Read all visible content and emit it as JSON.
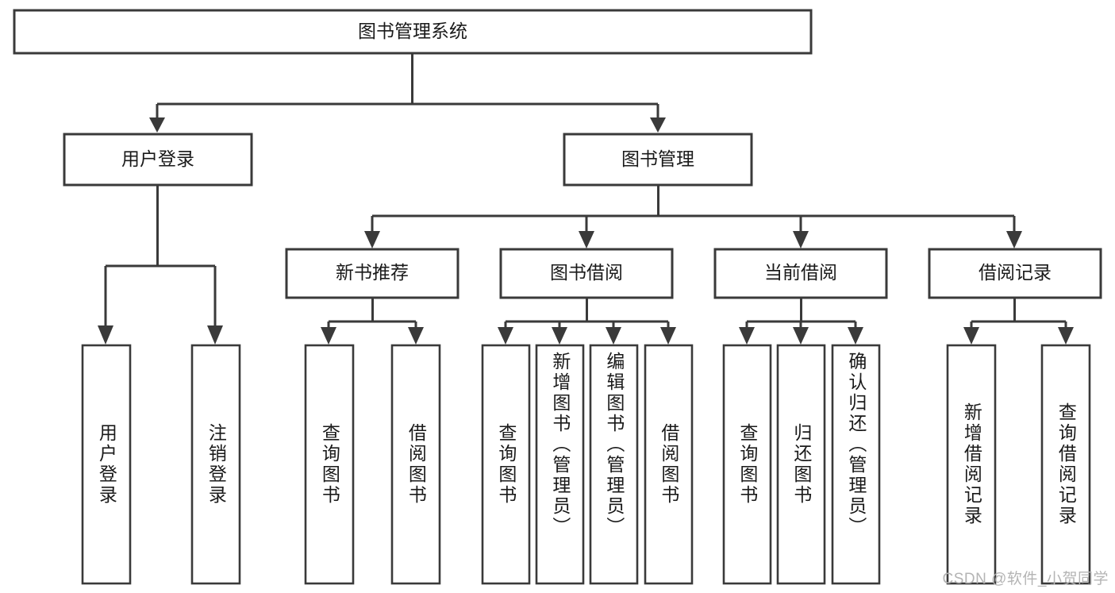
{
  "diagram": {
    "type": "hierarchy-tree",
    "title": "图书管理系统",
    "root": {
      "label": "图书管理系统"
    },
    "level2": [
      {
        "label": "用户登录"
      },
      {
        "label": "图书管理"
      }
    ],
    "level3": [
      {
        "label": "新书推荐"
      },
      {
        "label": "图书借阅"
      },
      {
        "label": "当前借阅"
      },
      {
        "label": "借阅记录"
      }
    ],
    "leaves": {
      "user_login": [
        {
          "label": "用户登录"
        },
        {
          "label": "注销登录"
        }
      ],
      "new_book_recommend": [
        {
          "label": "查询图书"
        },
        {
          "label": "借阅图书"
        }
      ],
      "book_borrow": [
        {
          "label": "查询图书"
        },
        {
          "label": "新增图书（管理员）"
        },
        {
          "label": "编辑图书（管理员）"
        },
        {
          "label": "借阅图书"
        }
      ],
      "current_borrow": [
        {
          "label": "查询图书"
        },
        {
          "label": "归还图书"
        },
        {
          "label": "确认归还（管理员）"
        }
      ],
      "borrow_record": [
        {
          "label": "新增借阅记录"
        },
        {
          "label": "查询借阅记录"
        }
      ]
    }
  },
  "watermark": {
    "text": "CSDN @软件_小贺同学"
  },
  "colors": {
    "stroke": "#3a3a3a",
    "box_fill": "#ffffff",
    "text": "#1a1a1a",
    "watermark": "#b4b4b4",
    "background": "#ffffff"
  }
}
